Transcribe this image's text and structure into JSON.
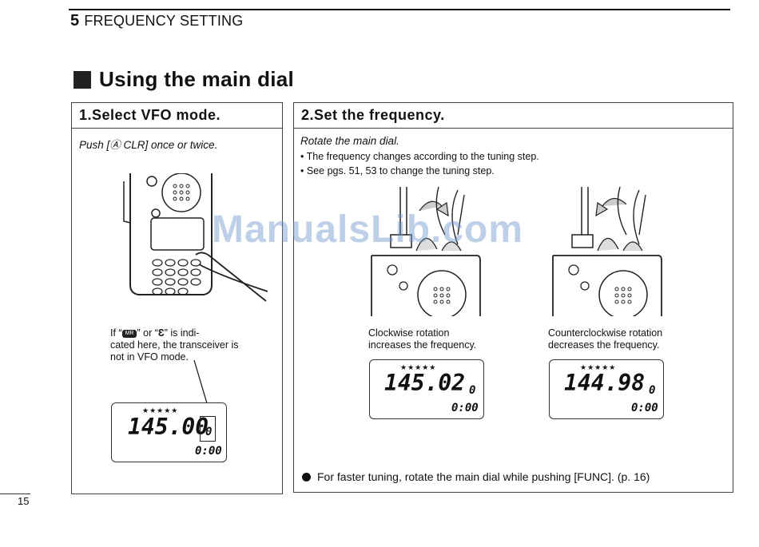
{
  "header": {
    "section_number": "5",
    "section_title": "FREQUENCY SETTING"
  },
  "main": {
    "title": "Using the main dial"
  },
  "step1": {
    "title": "1.Select VFO mode.",
    "instruction": "Push [Ⓐ CLR] once or twice.",
    "note_prefix": "If “",
    "note_badge": "MR",
    "note_mid": "” or “",
    "note_glyph": "Ɛ",
    "note_suffix_line1": "” is indi-",
    "note_line2": "cated here, the transceiver is",
    "note_line3": "not in VFO mode.",
    "lcd": {
      "stars": "★★★★★",
      "frequency": "145.00",
      "channel": "0",
      "time": "0:00"
    }
  },
  "step2": {
    "title": "2.Set the frequency.",
    "instruction": "Rotate the main dial.",
    "bullet1": "• The frequency changes according to the tuning step.",
    "bullet2": "• See pgs. 51, 53 to change the tuning step.",
    "cw_line1": "Clockwise rotation",
    "cw_line2": "increases the frequency.",
    "ccw_line1": "Counterclockwise rotation",
    "ccw_line2": "decreases the frequency.",
    "lcd_cw": {
      "stars": "★★★★★",
      "frequency": "145.02",
      "channel": "0",
      "time": "0:00"
    },
    "lcd_ccw": {
      "stars": "★★★★★",
      "frequency": "144.98",
      "channel": "0",
      "time": "0:00"
    },
    "tip": "For faster tuning, rotate the main dial while pushing [FUNC]. (p. 16)"
  },
  "footer": {
    "page_number": "15"
  },
  "watermark": "ManualsLib.com"
}
